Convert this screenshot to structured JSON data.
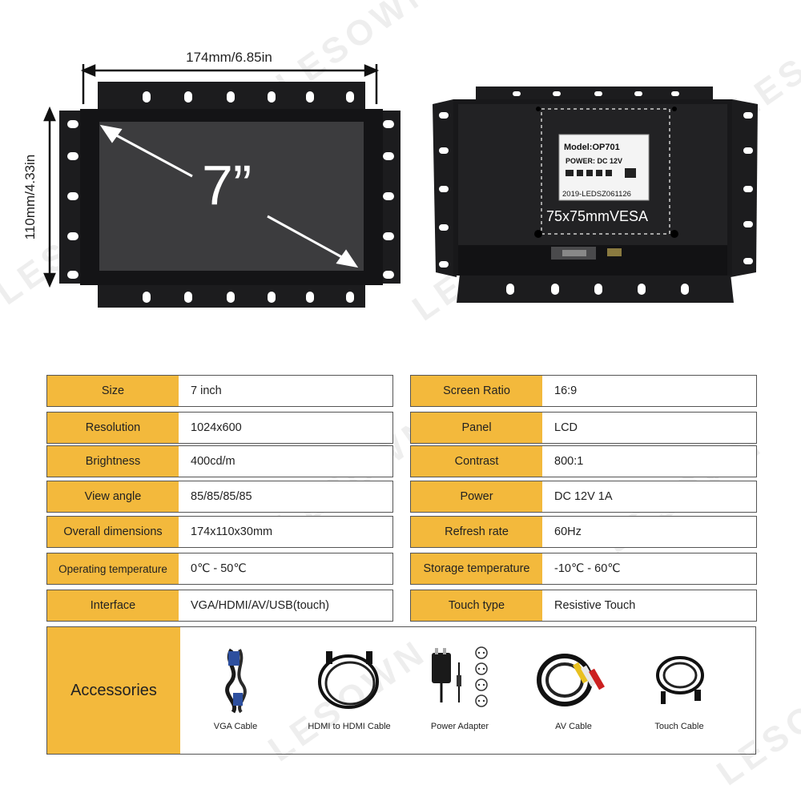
{
  "watermark": "LESOWN",
  "dimensions": {
    "width_label": "174mm/6.85in",
    "height_label": "110mm/4.33in",
    "screen_size_label": "7”"
  },
  "back_label": {
    "model": "Model:OP701",
    "power": "POWER: DC  12V",
    "serial": "2019-LEDSZ061126",
    "vesa": "75x75mmVESA"
  },
  "specs_left": [
    {
      "key": "Size",
      "value": "7 inch"
    },
    {
      "key": "Resolution",
      "value": "1024x600"
    },
    {
      "key": "Brightness",
      "value": "400cd/m"
    },
    {
      "key": "View angle",
      "value": "85/85/85/85"
    },
    {
      "key": "Overall dimensions",
      "value": "174x110x30mm"
    },
    {
      "key": "Operating temperature",
      "value": "0℃ - 50℃"
    },
    {
      "key": "Interface",
      "value": "VGA/HDMI/AV/USB(touch)"
    }
  ],
  "specs_right": [
    {
      "key": "Screen Ratio",
      "value": "16:9"
    },
    {
      "key": "Panel",
      "value": "LCD"
    },
    {
      "key": "Contrast",
      "value": "800:1"
    },
    {
      "key": "Power",
      "value": "DC 12V 1A"
    },
    {
      "key": "Refresh rate",
      "value": "60Hz"
    },
    {
      "key": "Storage temperature",
      "value": "-10℃ - 60℃"
    },
    {
      "key": "Touch type",
      "value": "Resistive Touch"
    }
  ],
  "accessories": {
    "label": "Accessories",
    "items": [
      {
        "name": "VGA Cable",
        "icon": "vga-cable-icon"
      },
      {
        "name": "HDMI to HDMI Cable",
        "icon": "hdmi-cable-icon"
      },
      {
        "name": "Power Adapter",
        "icon": "power-adapter-icon"
      },
      {
        "name": "AV Cable",
        "icon": "av-cable-icon"
      },
      {
        "name": "Touch Cable",
        "icon": "touch-cable-icon"
      }
    ]
  },
  "colors": {
    "accent": "#f3b93c",
    "border": "#555555",
    "metal": "#1c1c1e"
  }
}
